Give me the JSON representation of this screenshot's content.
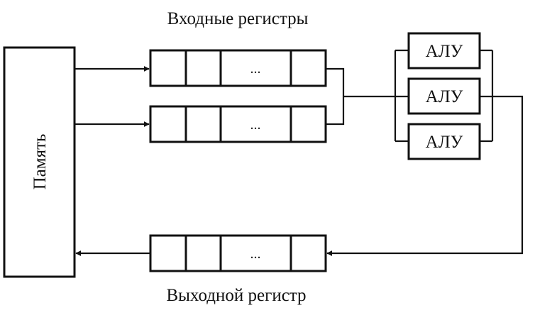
{
  "memory": {
    "label": "Память"
  },
  "input_registers": {
    "title": "Входные регистры",
    "registers": [
      {
        "cells": [
          "",
          "",
          "...",
          ""
        ]
      },
      {
        "cells": [
          "",
          "",
          "...",
          ""
        ]
      }
    ]
  },
  "alus": [
    {
      "label": "АЛУ"
    },
    {
      "label": "АЛУ"
    },
    {
      "label": "АЛУ"
    }
  ],
  "output_register": {
    "title": "Выходной регистр",
    "cells": [
      "",
      "",
      "...",
      ""
    ]
  },
  "colors": {
    "stroke": "#111111",
    "background": "#ffffff"
  }
}
